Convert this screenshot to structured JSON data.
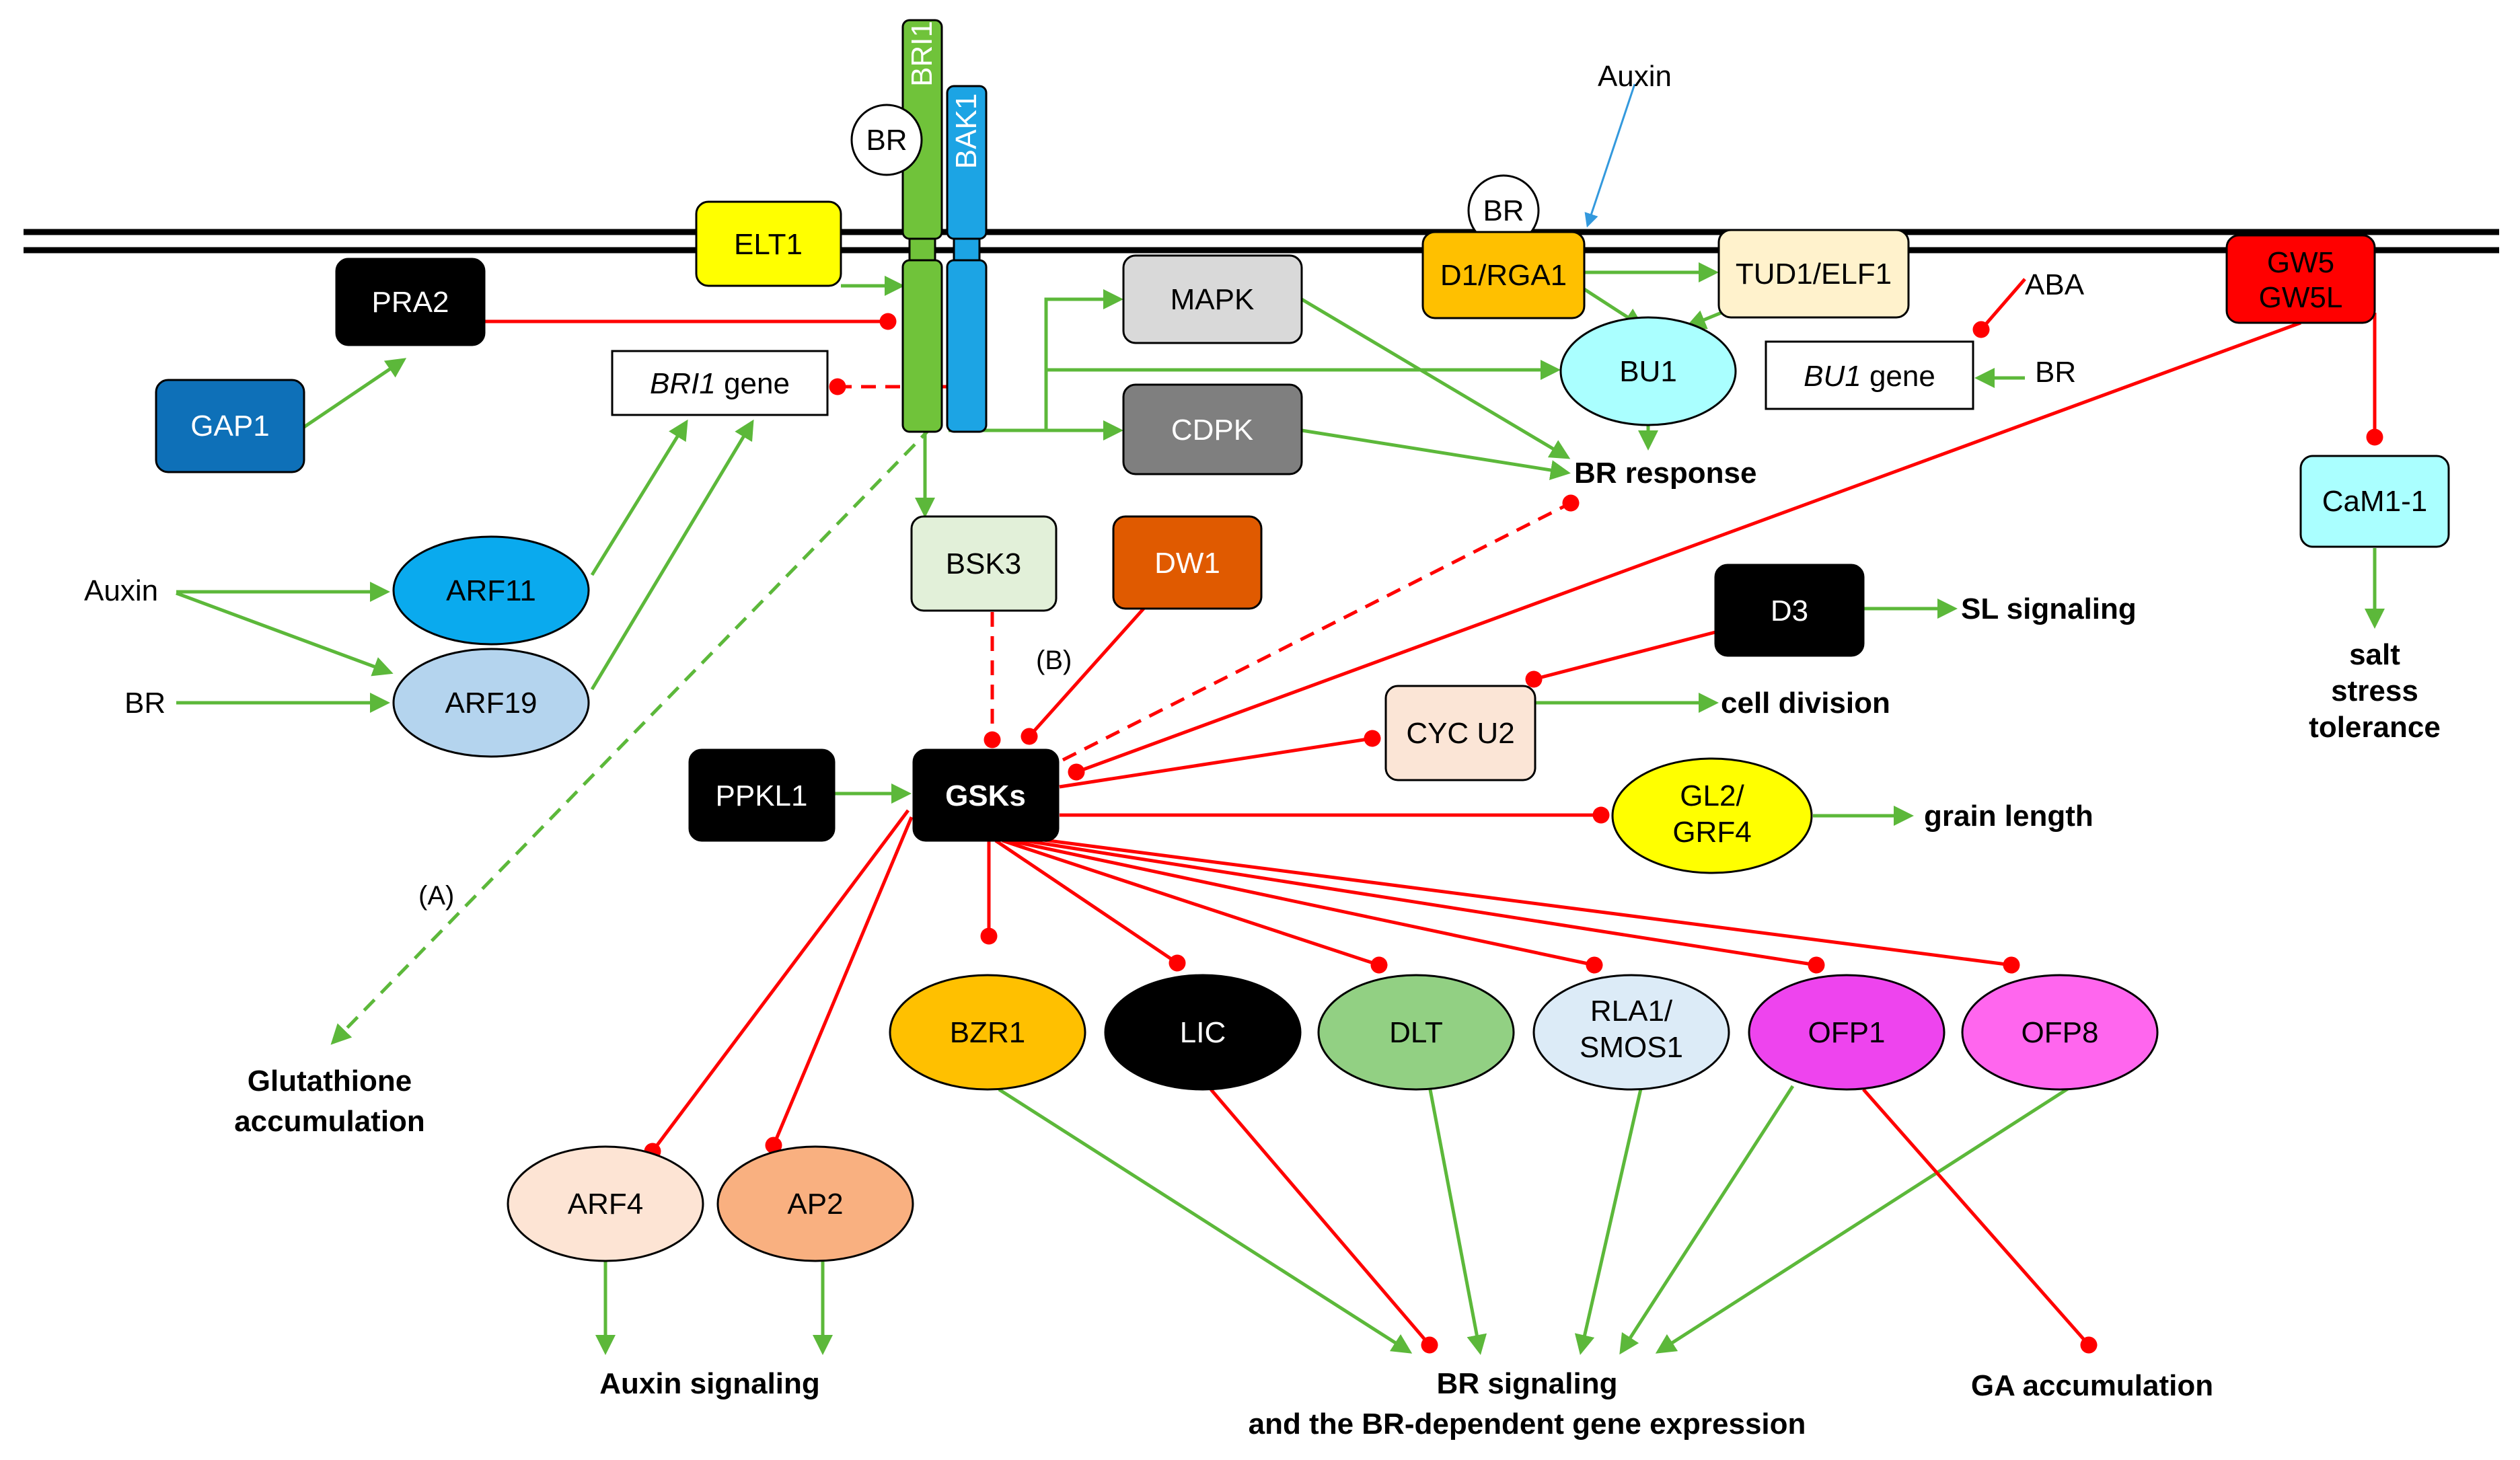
{
  "nodes": {
    "bri1": "BRI1",
    "bak1": "BAK1",
    "br_ligand": "BR",
    "br_ligand2": "BR",
    "elt1": "ELT1",
    "pra2": "PRA2",
    "gap1": "GAP1",
    "bri1_gene_italic": "BRI1",
    "bri1_gene_suffix": " gene",
    "arf11": "ARF11",
    "arf19": "ARF19",
    "auxin_left": "Auxin",
    "br_left": "BR",
    "mapk": "MAPK",
    "cdpk": "CDPK",
    "d1": "D1/RGA1",
    "tud1": "TUD1/ELF1",
    "bu1": "BU1",
    "bu1_gene_italic": "BU1",
    "bu1_gene_suffix": " gene",
    "aba": "ABA",
    "br_right": "BR",
    "auxin_top": "Auxin",
    "gw5_line1": "GW5",
    "gw5_line2": "GW5L",
    "cam1": "CaM1-1",
    "bsk3": "BSK3",
    "dw1": "DW1",
    "ppkl1": "PPKL1",
    "gsks": "GSKs",
    "d3": "D3",
    "cycu2": "CYC U2",
    "gl2_line1": "GL2/",
    "gl2_line2": "GRF4",
    "bzr1": "BZR1",
    "lic": "LIC",
    "dlt": "DLT",
    "rla1_line1": "RLA1/",
    "rla1_line2": "SMOS1",
    "ofp1": "OFP1",
    "ofp8": "OFP8",
    "arf4": "ARF4",
    "ap2": "AP2"
  },
  "labels": {
    "label_a": "(A)",
    "label_b": "(B)"
  },
  "outputs": {
    "br_response": "BR response",
    "sl_signaling": "SL signaling",
    "cell_division": "cell division",
    "grain_length": "grain length",
    "salt_line1": "salt",
    "salt_line2": "stress",
    "salt_line3": "tolerance",
    "glutathione_line1": "Glutathione",
    "glutathione_line2": "accumulation",
    "auxin_signaling": "Auxin signaling",
    "br_signaling_line1": "BR signaling",
    "br_signaling_line2": "and the BR-dependent gene expression",
    "ga_accumulation": "GA accumulation"
  },
  "colors": {
    "activation": "#5cb83a",
    "inhibition": "#ff0000",
    "auxin_input": "#3399dd",
    "bri1": "#70c33a",
    "bak1": "#1ca4e4"
  }
}
